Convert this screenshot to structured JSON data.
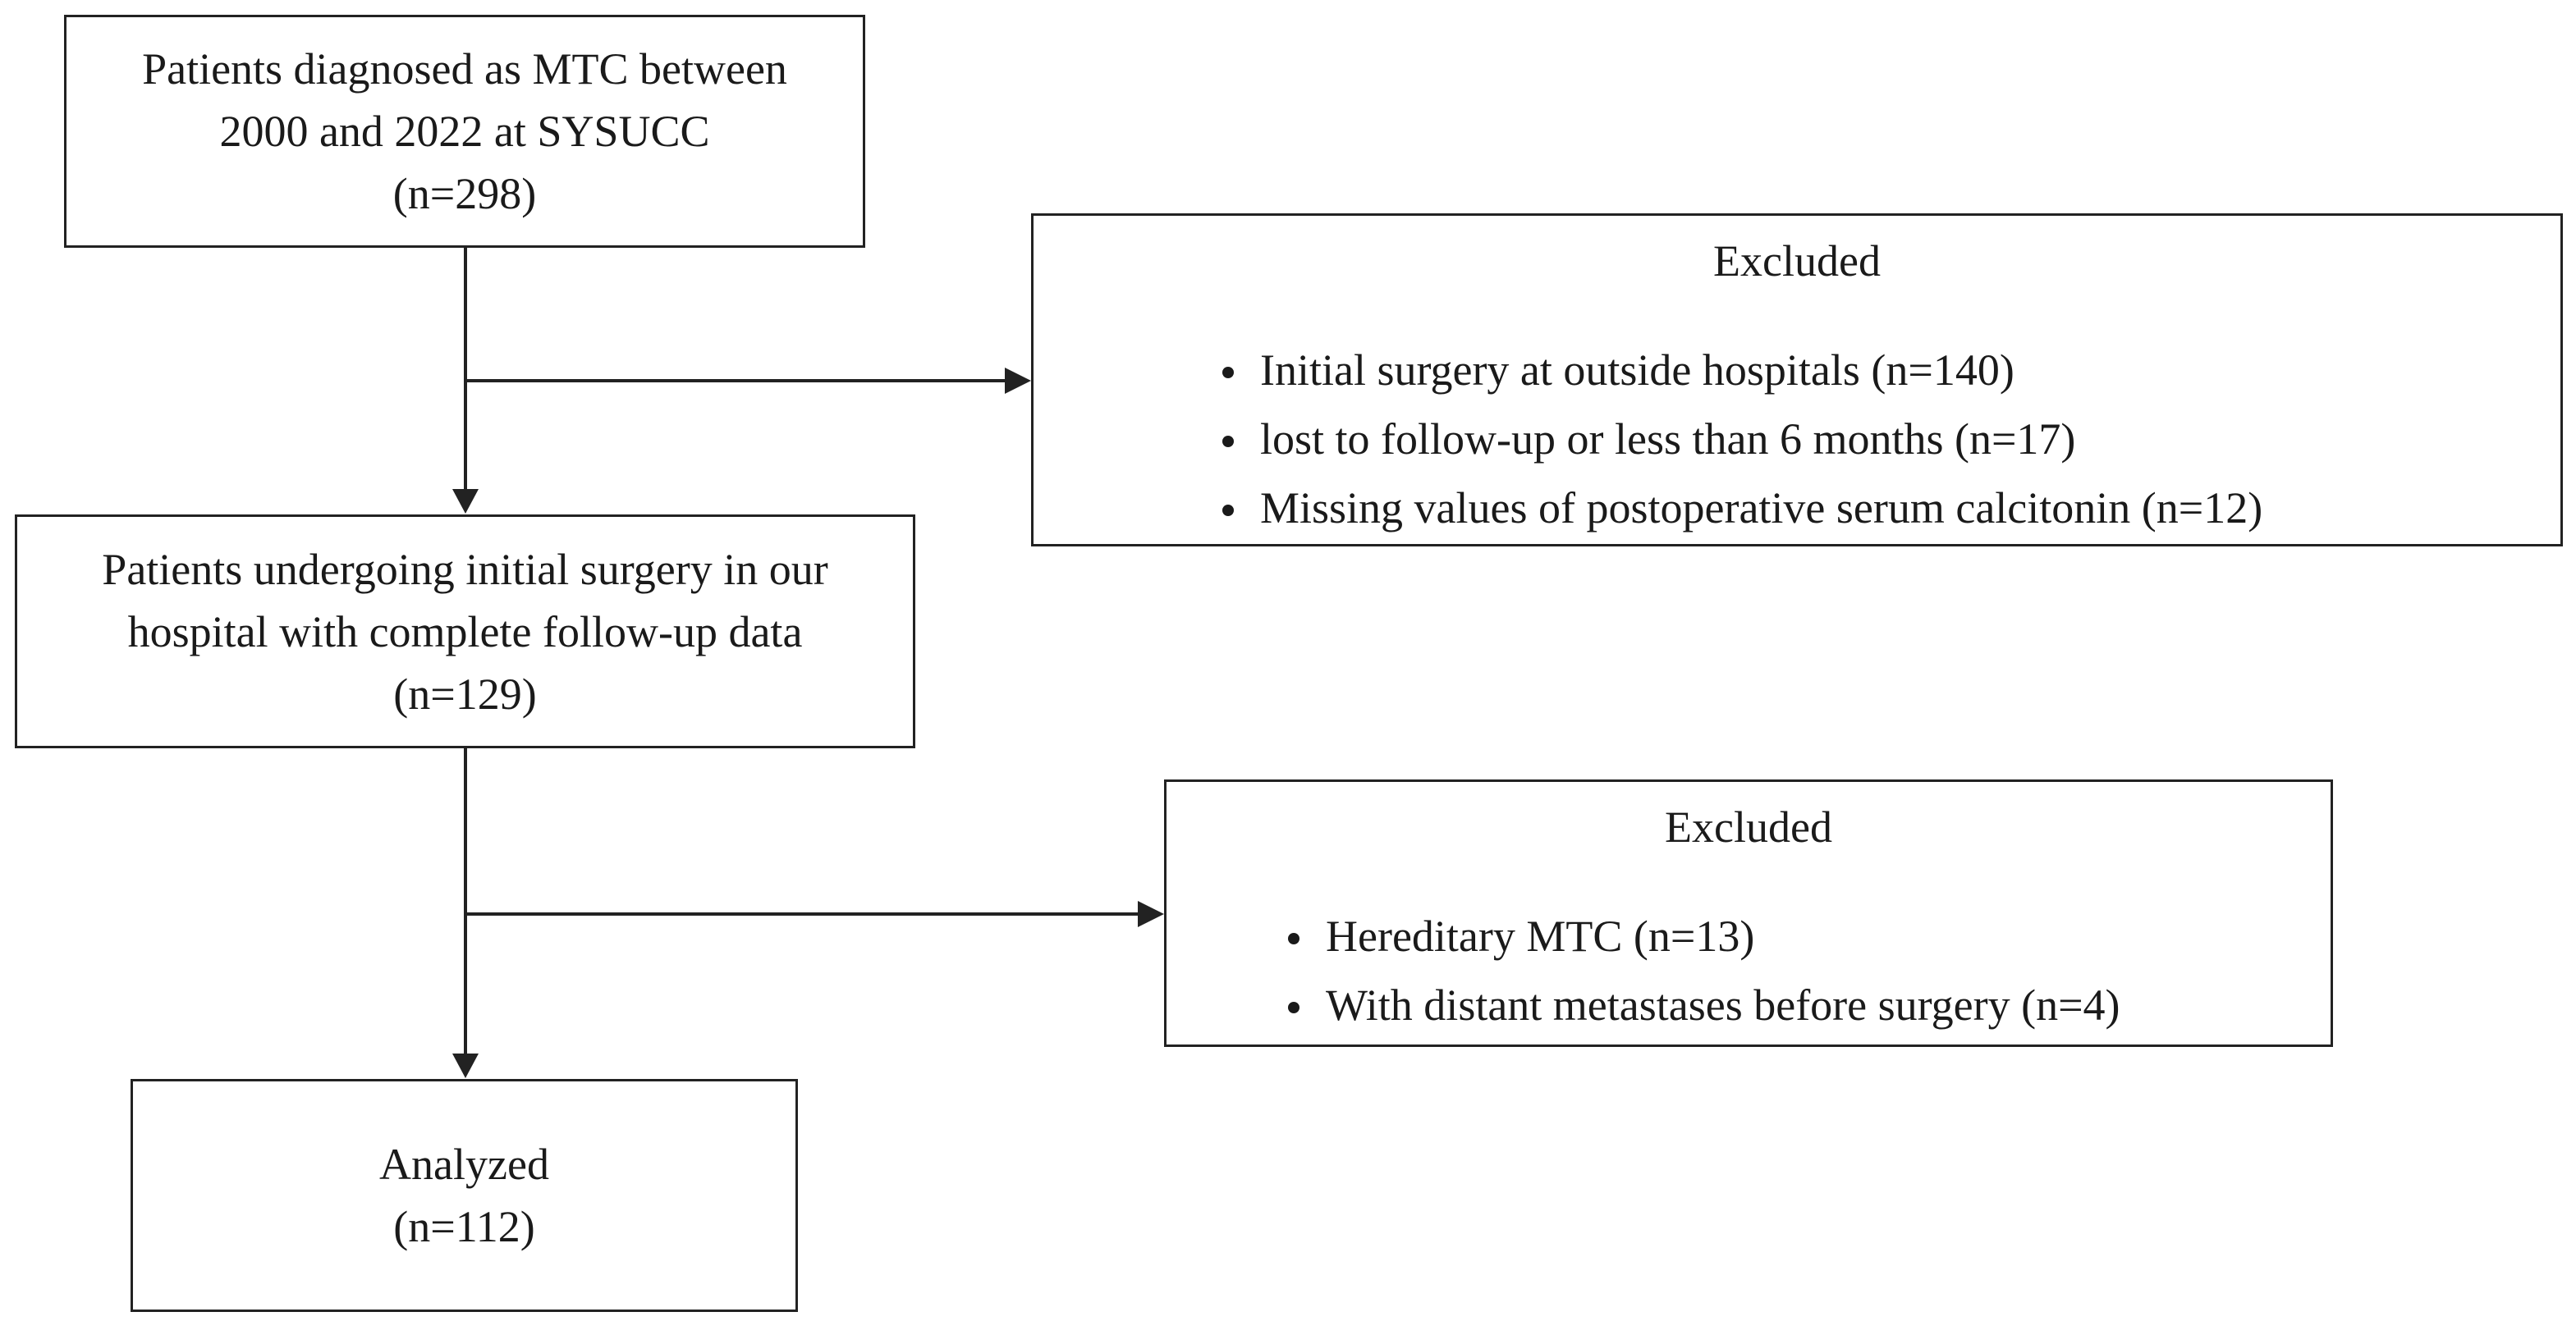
{
  "boxes": {
    "initial_cohort": {
      "lines": [
        "Patients diagnosed as MTC between",
        "2000 and 2022 at SYSUCC",
        "(n=298)"
      ]
    },
    "surgery_cohort": {
      "lines": [
        "Patients undergoing initial surgery in our",
        "hospital with complete follow-up data",
        "(n=129)"
      ]
    },
    "analyzed": {
      "lines": [
        "Analyzed",
        "(n=112)"
      ]
    }
  },
  "exclusions": [
    {
      "title": "Excluded",
      "items": [
        "Initial surgery at outside hospitals (n=140)",
        "lost to follow-up or less than 6 months (n=17)",
        "Missing values of postoperative serum calcitonin (n=12)"
      ]
    },
    {
      "title": "Excluded",
      "items": [
        "Hereditary MTC (n=13)",
        "With distant metastases before surgery (n=4)"
      ]
    }
  ],
  "colors": {
    "stroke": "#222222",
    "text": "#1a1a1a",
    "background": "#ffffff"
  }
}
